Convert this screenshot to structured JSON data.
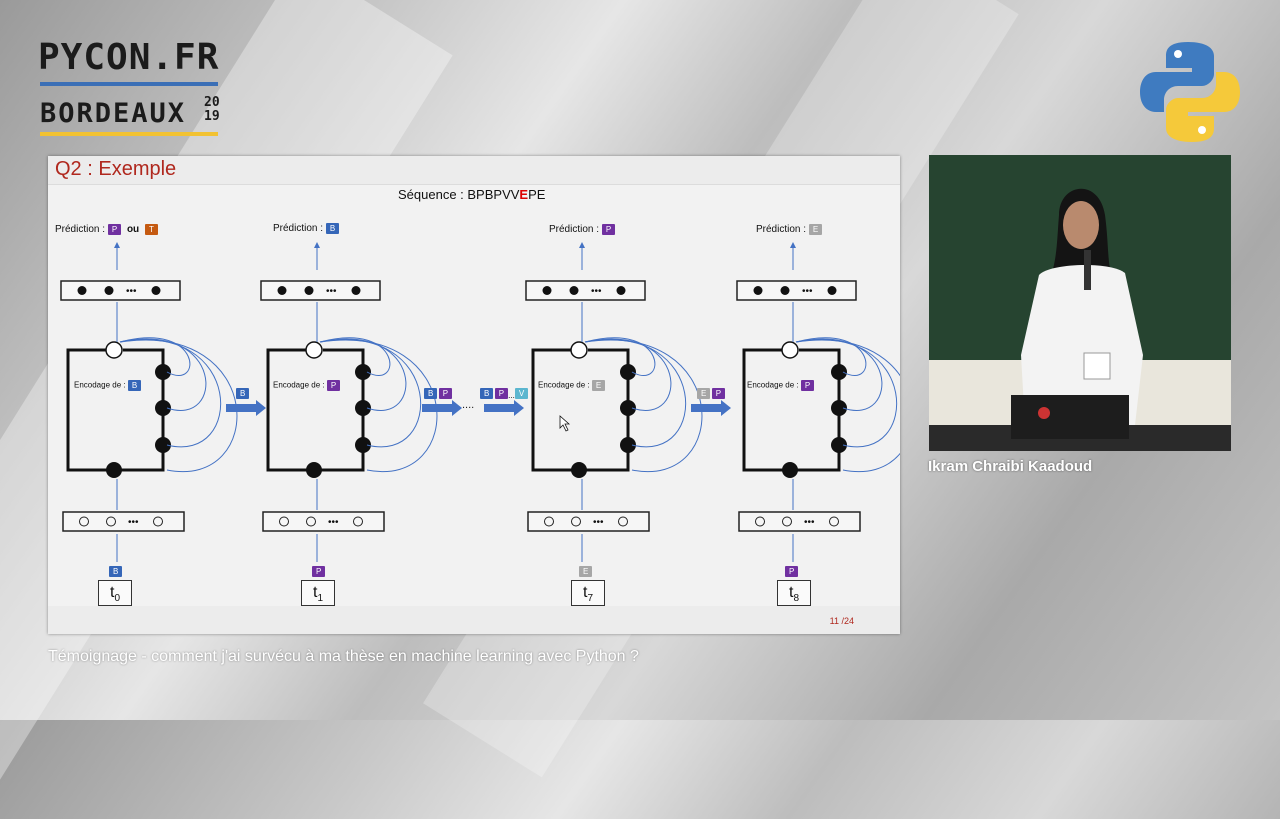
{
  "event": {
    "logo_top": "PYCON.FR",
    "logo_bottom": "BORDEAUX",
    "year_top": "20",
    "year_bottom": "19",
    "python_logo": "python-logo"
  },
  "slide": {
    "title": "Q2 : Exemple",
    "sequence_label": "Séquence : ",
    "sequence_a": "BPBPVV",
    "sequence_highlight": "E",
    "sequence_b": "PE",
    "page": "11 /24",
    "prediction_label": "Prédiction :",
    "or_word": "ou",
    "encoding_label": "Encodage de :",
    "ellipsis": "....",
    "steps": [
      {
        "t": "t",
        "sub": "0",
        "input": "B",
        "encoding": "B",
        "prediction": [
          "P",
          "T"
        ]
      },
      {
        "t": "t",
        "sub": "1",
        "input": "P",
        "encoding": "P",
        "prediction": [
          "B"
        ]
      },
      {
        "t": "t",
        "sub": "7",
        "input": "E",
        "encoding": "E",
        "prediction": [
          "P"
        ]
      },
      {
        "t": "t",
        "sub": "8",
        "input": "P",
        "encoding": "P",
        "prediction": [
          "E"
        ]
      }
    ],
    "transitions": [
      [
        "B"
      ],
      [
        "B",
        "P"
      ],
      [
        "B",
        "P",
        "V"
      ],
      [
        "E",
        "P"
      ]
    ],
    "colors": {
      "P": "#7030a0",
      "B": "#3566b8",
      "T": "#c55a11",
      "E": "#a6a6a6",
      "V": "#5bb6cf",
      "arrow": "#4472c4",
      "title": "#b0281e"
    }
  },
  "speaker": {
    "name": "Ikram Chraibi Kaadoud"
  },
  "caption": "Témoignage - comment j'ai survécu à ma thèse en machine learning avec Python ?"
}
